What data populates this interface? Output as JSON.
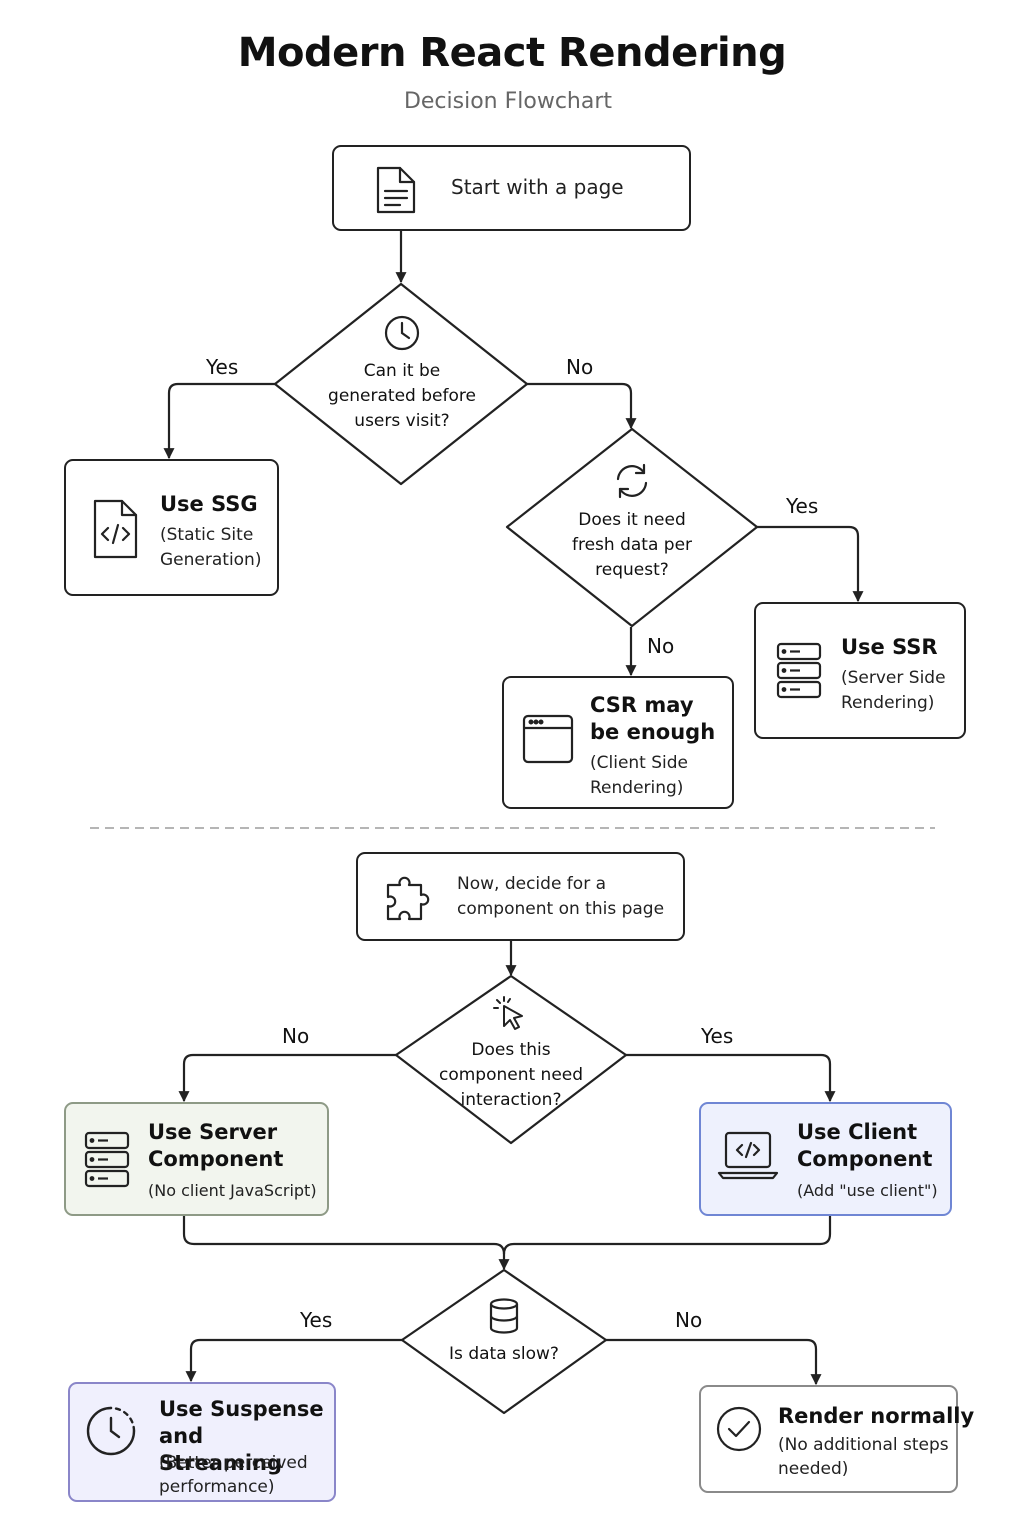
{
  "header": {
    "title": "Modern React Rendering",
    "subtitle": "Decision Flowchart"
  },
  "page_flow": {
    "start": {
      "label": "Start with a page",
      "icon": "document-icon"
    },
    "q1": {
      "question": "Can it be generated before users visit?",
      "icon": "clock-icon",
      "yes": "Yes",
      "no": "No"
    },
    "ssg": {
      "title": "Use SSG",
      "detail": "(Static Site Generation)",
      "icon": "code-file-icon"
    },
    "q2": {
      "question": "Does it need fresh data per request?",
      "icon": "refresh-icon",
      "yes": "Yes",
      "no": "No"
    },
    "ssr": {
      "title": "Use SSR",
      "detail": "(Server Side Rendering)",
      "icon": "server-icon"
    },
    "csr": {
      "title": "CSR may be enough",
      "detail": "(Client Side Rendering)",
      "icon": "browser-window-icon"
    }
  },
  "component_flow": {
    "start": {
      "label": "Now, decide for a component on this page",
      "icon": "puzzle-icon"
    },
    "q3": {
      "question": "Does this component need interaction?",
      "icon": "cursor-click-icon",
      "yes": "Yes",
      "no": "No"
    },
    "server_component": {
      "title": "Use Server Component",
      "detail": "(No client JavaScript)",
      "icon": "server-icon"
    },
    "client_component": {
      "title": "Use Client Component",
      "detail": "(Add \"use client\")",
      "icon": "laptop-code-icon"
    },
    "q4": {
      "question": "Is data slow?",
      "icon": "database-icon",
      "yes": "Yes",
      "no": "No"
    },
    "suspense": {
      "title": "Use Suspense and Streaming",
      "detail": "(Better perceived performance)",
      "icon": "dashed-clock-icon"
    },
    "render": {
      "title": "Render normally",
      "detail": "(No additional steps needed)",
      "icon": "check-circle-icon"
    }
  },
  "colors": {
    "stroke": "#222222",
    "server_component_fill": "#f2f5ee",
    "client_component_fill": "#eef1fd",
    "suspense_fill": "#f0f0fd"
  }
}
